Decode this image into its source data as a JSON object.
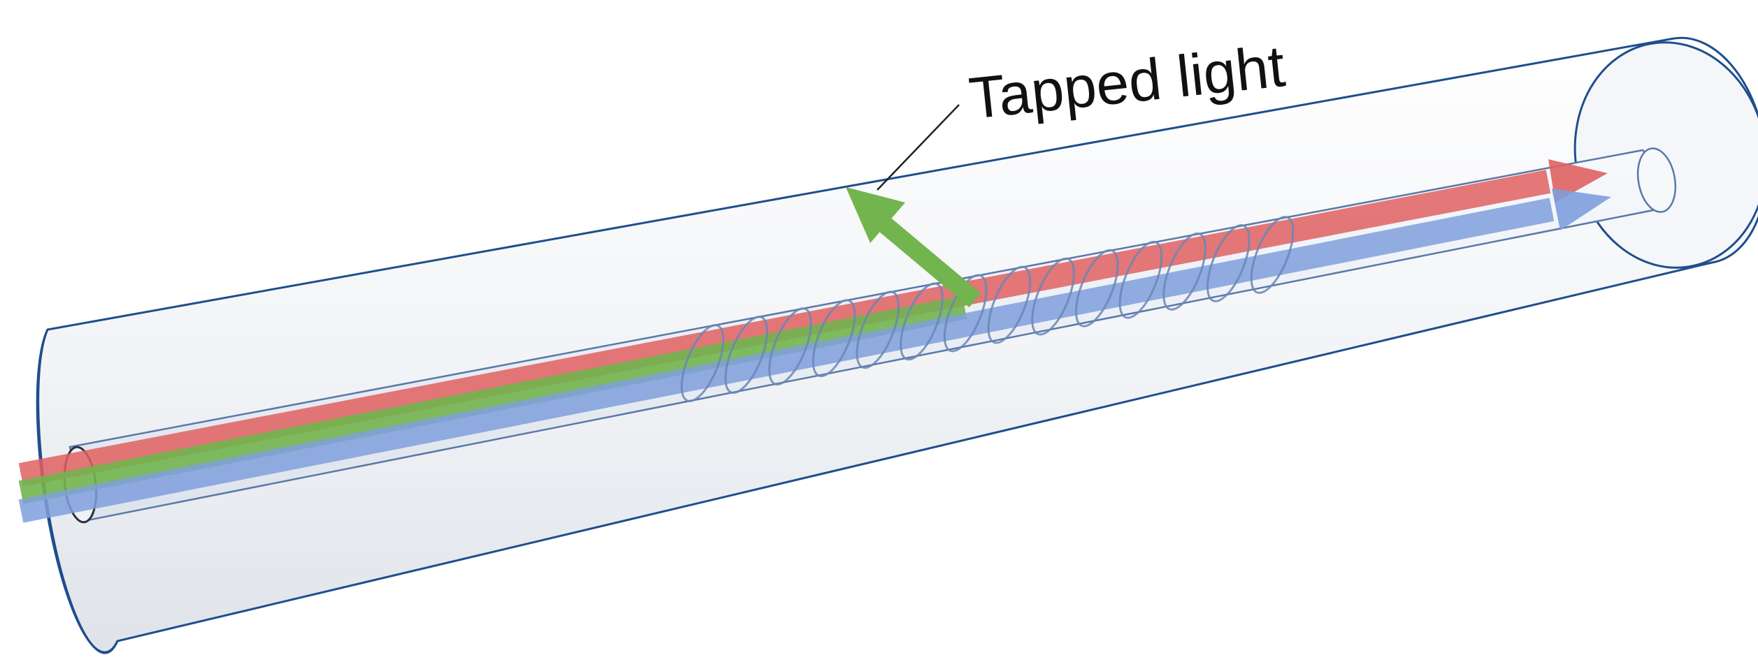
{
  "annotation": {
    "label": "Tapped light"
  },
  "colors": {
    "fiber_outline": "#1f4e8c",
    "core_outline": "#5a78a8",
    "grating_outline": "#6a86b5",
    "cladding_fill": "#e9edf2",
    "red_beam": "#e06060",
    "green_beam": "#72b44e",
    "blue_beam": "#7f9fdc",
    "leader_line": "#222222"
  },
  "beams": [
    {
      "name": "red",
      "transmitted": true
    },
    {
      "name": "green",
      "transmitted": false,
      "tapped": true
    },
    {
      "name": "blue",
      "transmitted": true
    }
  ],
  "grating_count": 14
}
